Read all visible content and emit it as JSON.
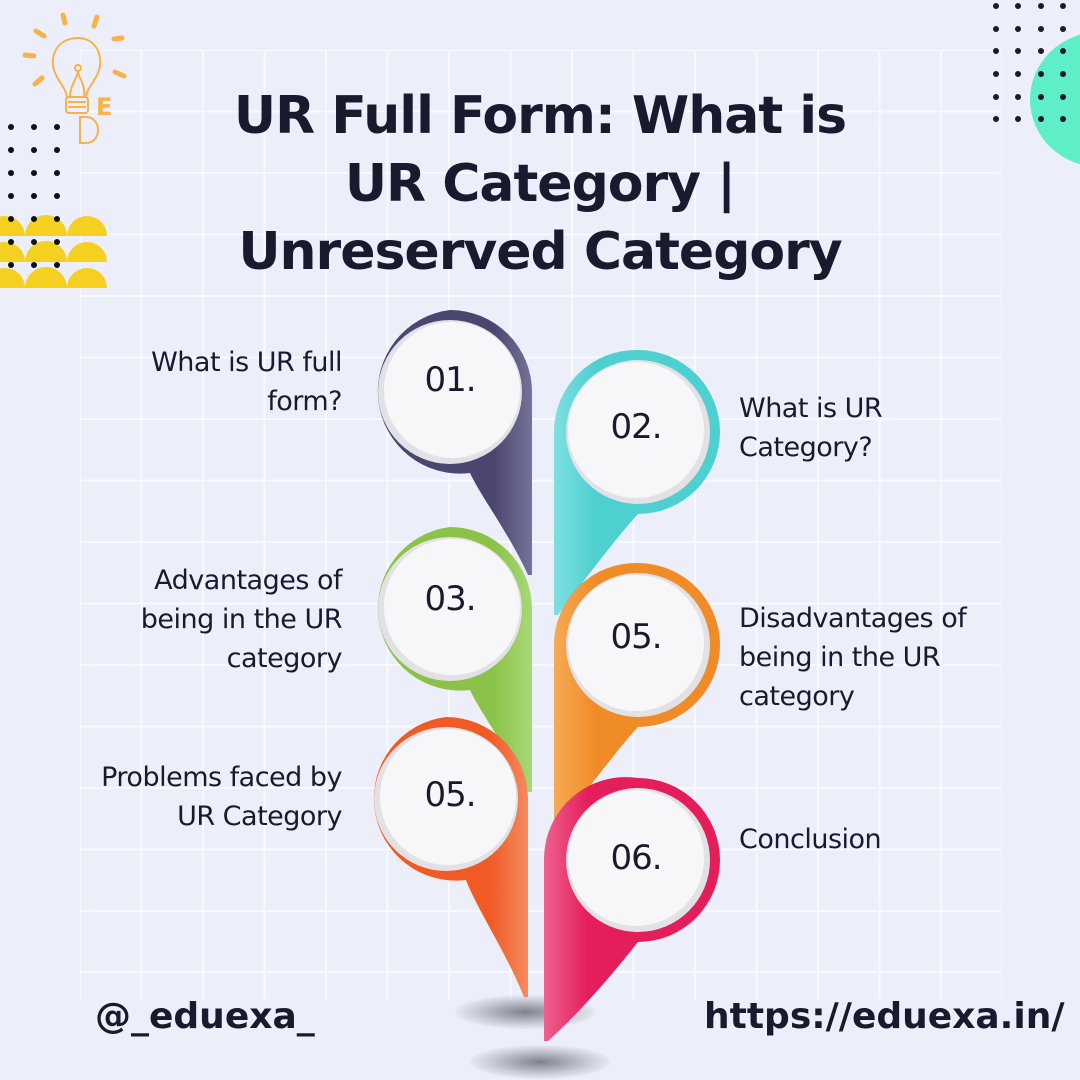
{
  "title": {
    "lines": [
      "UR Full Form: What is",
      "UR Category |",
      "Unreserved Category"
    ]
  },
  "logo": {
    "icon": "lightbulb-ed-icon",
    "letters": [
      "E",
      "D"
    ],
    "color": "#f7b24a"
  },
  "items": [
    {
      "number": "01.",
      "label_lines": [
        "What is UR full",
        "form?"
      ],
      "color": "#4a4670",
      "side": "left"
    },
    {
      "number": "02.",
      "label_lines": [
        "What is UR",
        "Category?"
      ],
      "color": "#4ecfd0",
      "side": "right"
    },
    {
      "number": "03.",
      "label_lines": [
        "Advantages of",
        "being in the UR",
        "category"
      ],
      "color": "#8bc34a",
      "side": "left"
    },
    {
      "number": "05.",
      "label_lines": [
        "Disadvantages of",
        "being in the UR",
        "category"
      ],
      "color": "#f08c28",
      "side": "right"
    },
    {
      "number": "05.",
      "label_lines": [
        "Problems faced by",
        "UR Category"
      ],
      "color": "#f05a24",
      "side": "left"
    },
    {
      "number": "06.",
      "label_lines": [
        "Conclusion"
      ],
      "color": "#e41e5a",
      "side": "right"
    }
  ],
  "footer": {
    "handle": "@_eduexa_",
    "url": "https://eduexa.in/"
  },
  "colors": {
    "background": "#eceef9",
    "text": "#1a1a2e",
    "accent_teal": "#5eeec8",
    "accent_yellow": "#f5d020"
  }
}
